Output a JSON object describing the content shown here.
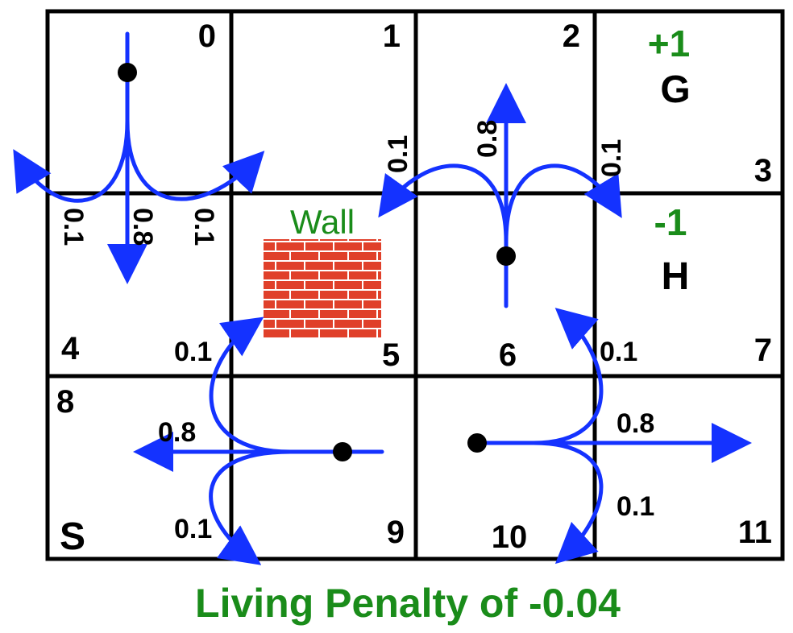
{
  "cells": [
    {
      "id": "cell-0",
      "number": "0"
    },
    {
      "id": "cell-1",
      "number": "1"
    },
    {
      "id": "cell-2",
      "number": "2"
    },
    {
      "id": "cell-3",
      "number": "3",
      "symbol": "G",
      "reward": "+1"
    },
    {
      "id": "cell-4",
      "number": "4"
    },
    {
      "id": "cell-5",
      "number": "5",
      "obstacle": "Wall"
    },
    {
      "id": "cell-6",
      "number": "6"
    },
    {
      "id": "cell-7",
      "number": "7",
      "symbol": "H",
      "reward": "-1"
    },
    {
      "id": "cell-8",
      "number": "8",
      "symbol": "S"
    },
    {
      "id": "cell-9",
      "number": "9"
    },
    {
      "id": "cell-10",
      "number": "10"
    },
    {
      "id": "cell-11",
      "number": "11"
    }
  ],
  "wall_label": "Wall",
  "transitions": [
    {
      "from_state": "0",
      "labels": [
        "0.1",
        "0.8",
        "0.1"
      ]
    },
    {
      "from_state": "6",
      "labels": [
        "0.1",
        "0.8",
        "0.1"
      ]
    },
    {
      "from_state": "9",
      "labels": [
        "0.8",
        "0.1",
        "0.1"
      ]
    },
    {
      "from_state": "10",
      "labels": [
        "0.8",
        "0.1",
        "0.1"
      ]
    }
  ],
  "footer": "Living Penalty of -0.04",
  "colors": {
    "grid": "#000000",
    "arrow": "#1432ff",
    "reward_text": "#1a8c1a",
    "footer_text": "#1a8c1a",
    "brick": "#e0402a",
    "mortar": "#ffffff"
  }
}
